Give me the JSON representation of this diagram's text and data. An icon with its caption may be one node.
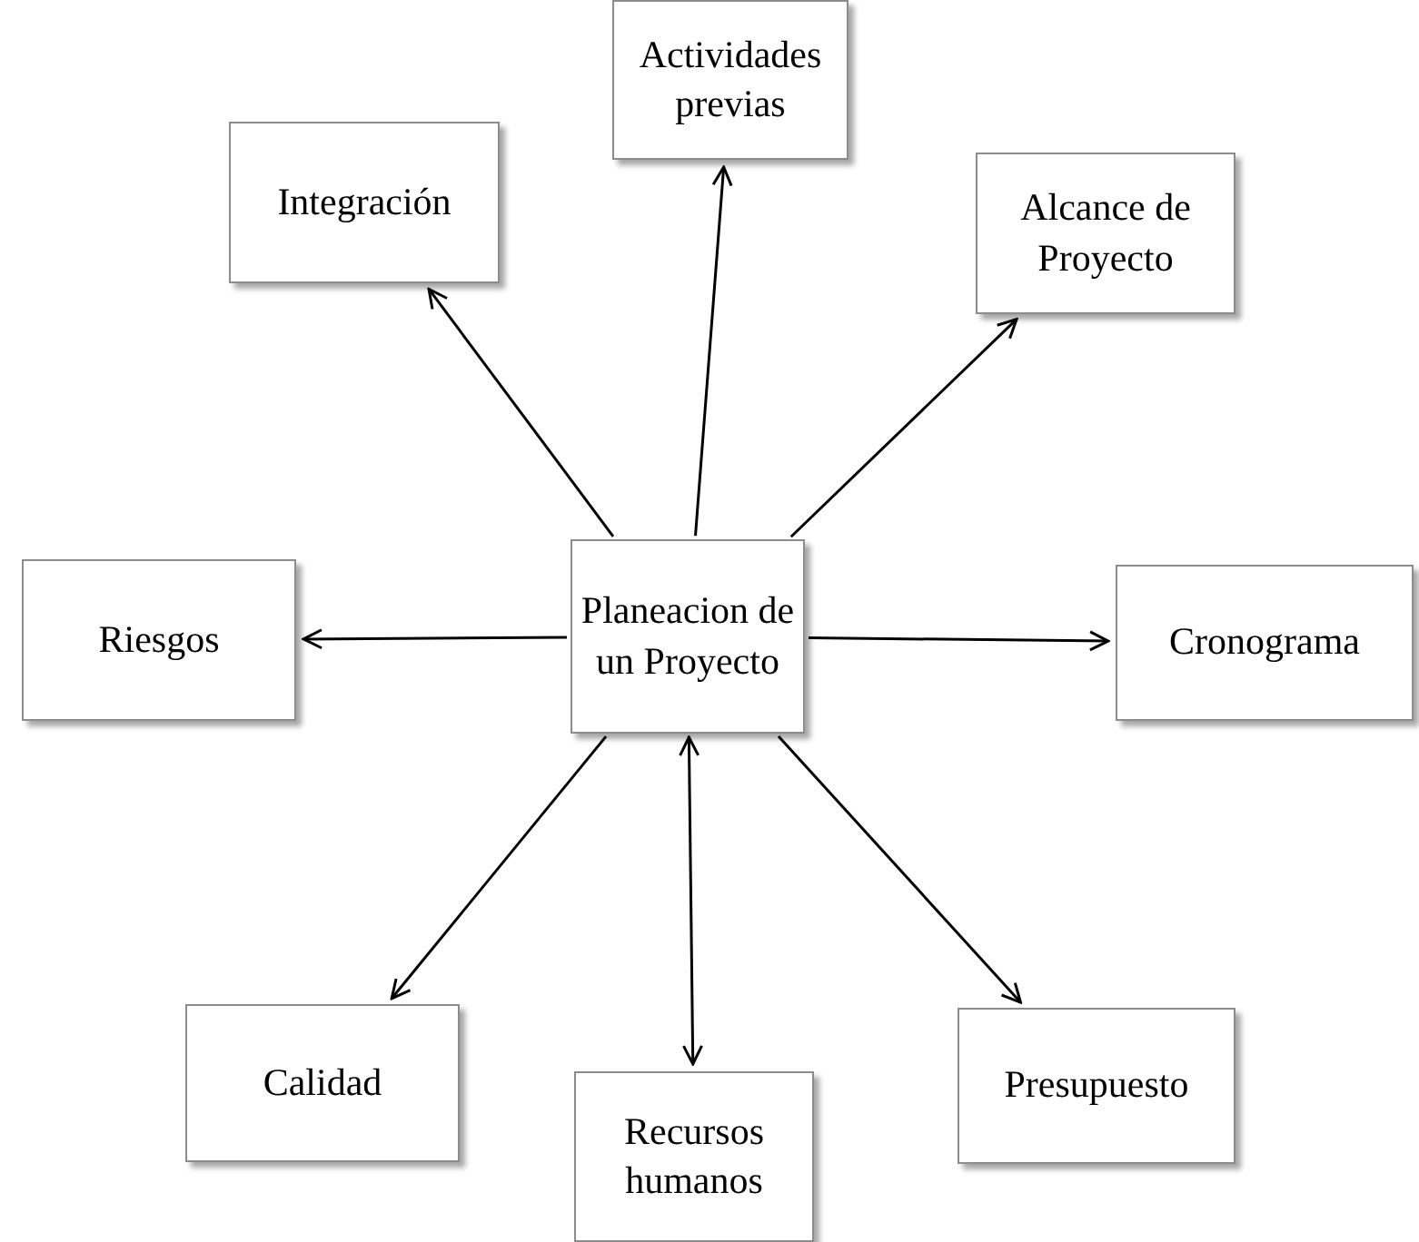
{
  "diagram": {
    "nodes": [
      {
        "text": [
          "Planeacion de un Proyecto"
        ]
      },
      {
        "text": [
          "Actividades previas"
        ]
      },
      {
        "text": [
          "Integración"
        ]
      },
      {
        "text": [
          "Alcance de Proyecto"
        ]
      },
      {
        "text": [
          "Riesgos"
        ]
      },
      {
        "text": [
          "Cronograma"
        ]
      },
      {
        "text": [
          "Calidad"
        ]
      },
      {
        "text": [
          "Presupuesto"
        ]
      },
      {
        "text": [
          "Recursos humanos"
        ]
      }
    ],
    "edges": [
      {
        "from": 0,
        "to": 1,
        "arrow": "to"
      },
      {
        "from": 0,
        "to": 2,
        "arrow": "to"
      },
      {
        "from": 0,
        "to": 3,
        "arrow": "to"
      },
      {
        "from": 0,
        "to": 4,
        "arrow": "to"
      },
      {
        "from": 0,
        "to": 5,
        "arrow": "to"
      },
      {
        "from": 0,
        "to": 6,
        "arrow": "to"
      },
      {
        "from": 0,
        "to": 7,
        "arrow": "to"
      },
      {
        "from": 0,
        "to": 8,
        "arrow": "both"
      }
    ]
  }
}
